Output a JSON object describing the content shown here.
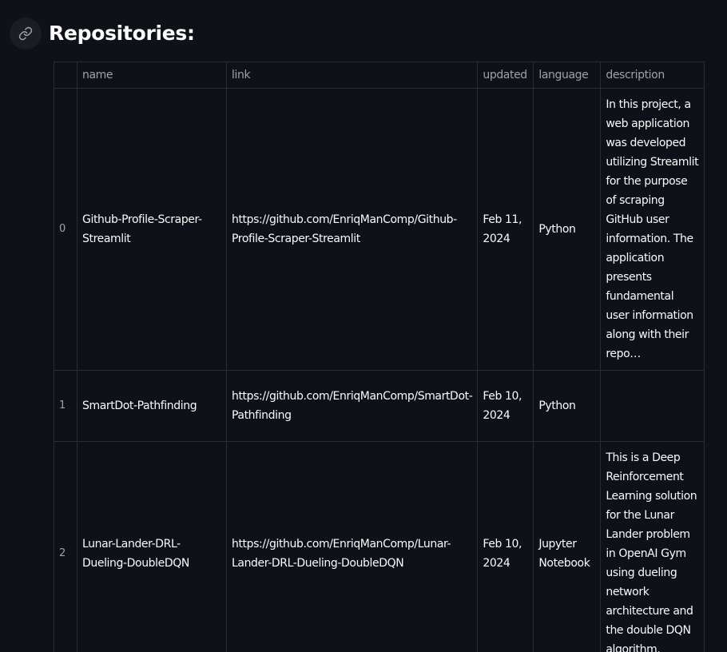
{
  "heading": {
    "title": "Repositories:",
    "icon": "link-icon"
  },
  "table": {
    "columns": [
      "",
      "name",
      "link",
      "updated",
      "language",
      "description"
    ],
    "rows": [
      {
        "index": "0",
        "name": "Github-Profile-Scraper-Streamlit",
        "link": "https://github.com/EnriqManComp/Github-Profile-Scraper-Streamlit",
        "updated": "Feb 11, 2024",
        "language": "Python",
        "description": "In this project, a web application was developed utilizing Streamlit for the purpose of scraping GitHub user information. The application presents fundamental user information along with their repo…"
      },
      {
        "index": "1",
        "name": "SmartDot-Pathfinding",
        "link": "https://github.com/EnriqManComp/SmartDot-Pathfinding",
        "updated": "Feb 10, 2024",
        "language": "Python",
        "description": ""
      },
      {
        "index": "2",
        "name": "Lunar-Lander-DRL-Dueling-DoubleDQN",
        "link": "https://github.com/EnriqManComp/Lunar-Lander-DRL-Dueling-DoubleDQN",
        "updated": "Feb 10, 2024",
        "language": "Jupyter Notebook",
        "description": "This is a Deep Reinforcement Learning solution for the Lunar Lander problem in OpenAI Gym using dueling network architecture and the double DQN algorithm."
      }
    ]
  },
  "colors": {
    "background": "#0e1117",
    "text": "#fafafa",
    "muted": "#9ea2ab",
    "grid": "#2a2d35"
  }
}
